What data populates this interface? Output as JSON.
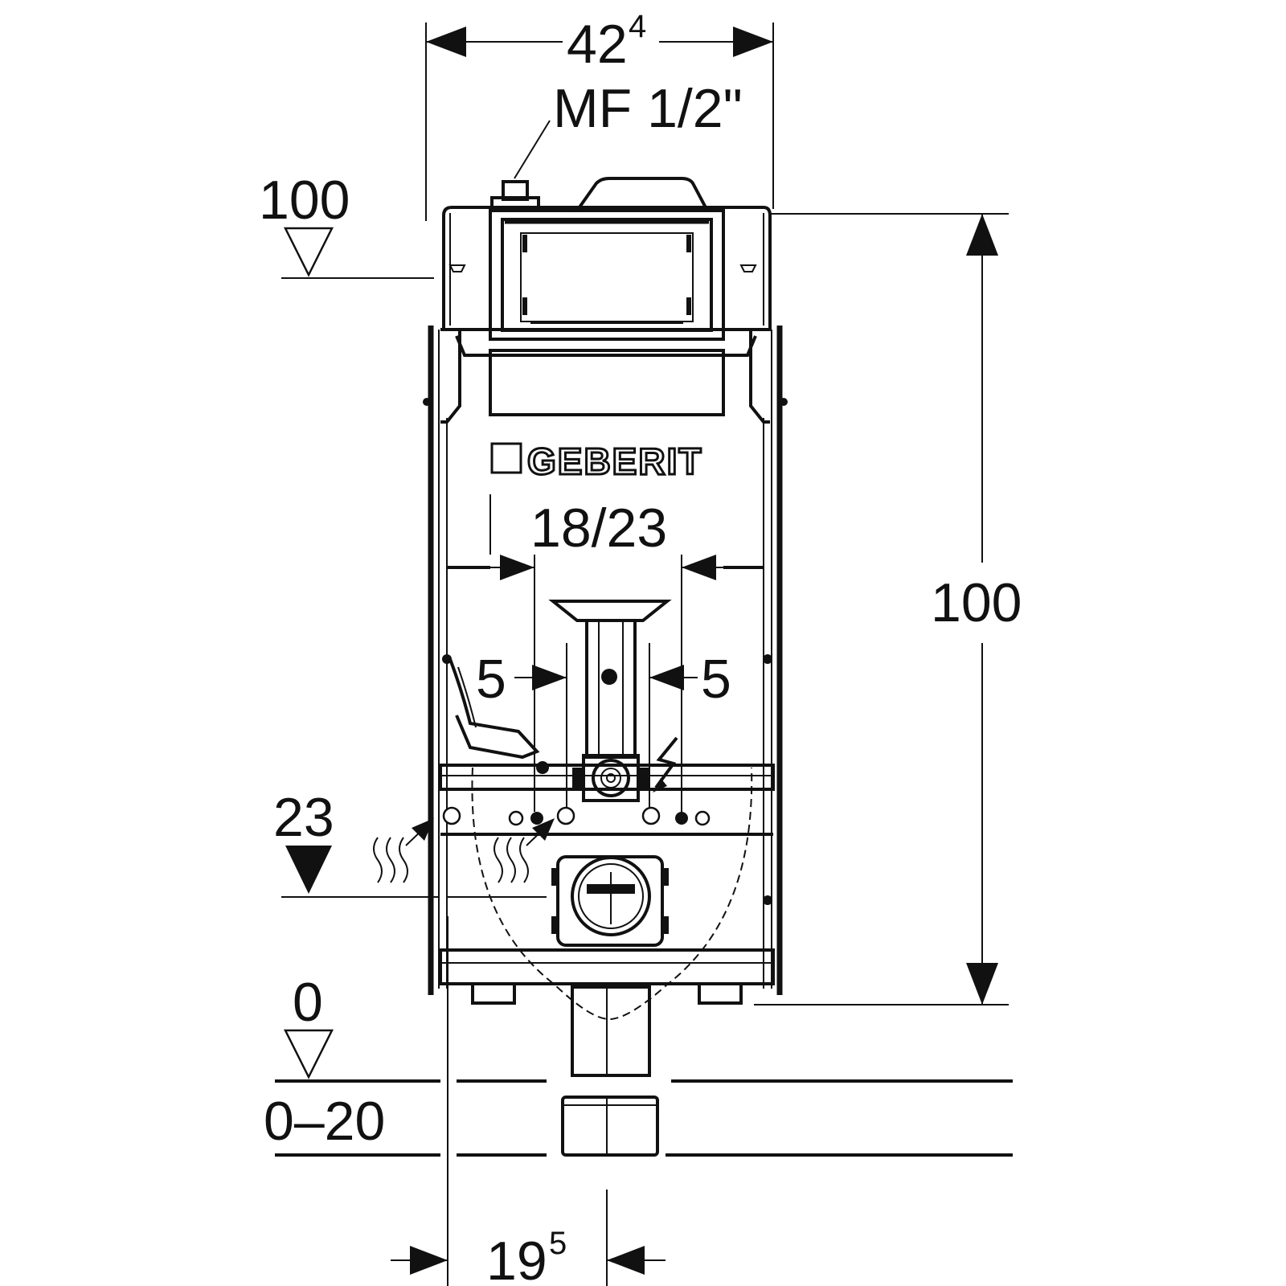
{
  "dimensions": {
    "width_base": "42",
    "width_sup": "4",
    "connection": "MF 1/2\"",
    "top_level": "100",
    "height": "100",
    "spacing": "18/23",
    "left_offset": "5",
    "right_offset": "5",
    "drain_level": "23",
    "floor_level": "0",
    "floor_range": "0–20",
    "depth_base": "19",
    "depth_sup": "5"
  },
  "brand": {
    "logo_text": "GEBERIT"
  }
}
